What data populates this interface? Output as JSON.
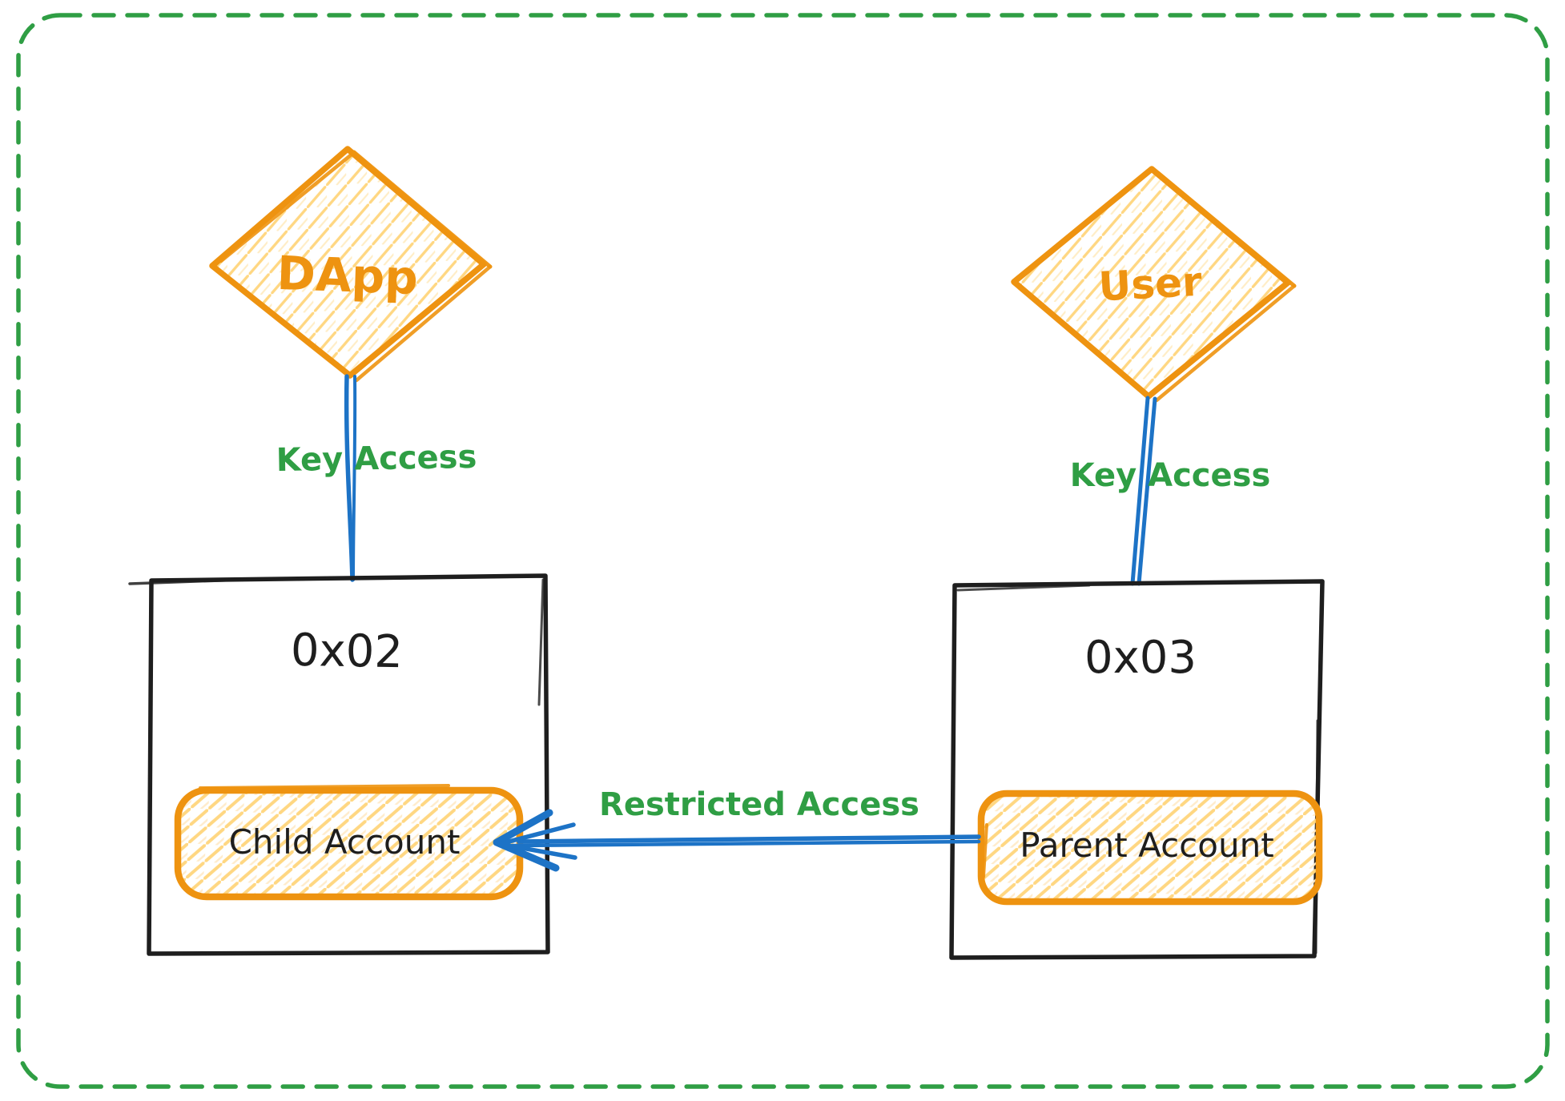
{
  "canvas": {
    "background": "#ffffff",
    "border_style": "dashed-rounded",
    "border_color": "#2f9e44"
  },
  "colors": {
    "orange_stroke": "#ee9310",
    "orange_hatch": "#ffd782",
    "green": "#2f9e44",
    "blue": "#1d73c6",
    "ink": "#1e1e1e"
  },
  "nodes": {
    "dapp": {
      "label": "DApp",
      "shape": "diamond",
      "fill": "hatched-yellow",
      "stroke": "#ee9310"
    },
    "user": {
      "label": "User",
      "shape": "diamond",
      "fill": "hatched-yellow",
      "stroke": "#ee9310"
    },
    "account_0x02": {
      "label": "0x02",
      "shape": "rectangle",
      "stroke": "#1e1e1e"
    },
    "account_0x03": {
      "label": "0x03",
      "shape": "rectangle",
      "stroke": "#1e1e1e"
    },
    "child_account": {
      "label": "Child Account",
      "shape": "rounded-rectangle",
      "fill": "hatched-yellow",
      "stroke": "#ee9310"
    },
    "parent_account": {
      "label": "Parent Account",
      "shape": "rounded-rectangle",
      "fill": "hatched-yellow",
      "stroke": "#ee9310"
    }
  },
  "edges": {
    "dapp_key_access": {
      "label": "Key Access",
      "from": "DApp",
      "to": "0x02",
      "line_color": "#1d73c6",
      "label_color": "#2f9e44",
      "style": "double-line"
    },
    "user_key_access": {
      "label": "Key Access",
      "from": "User",
      "to": "0x03",
      "line_color": "#1d73c6",
      "label_color": "#2f9e44",
      "style": "double-line"
    },
    "restricted_access": {
      "label": "Restricted Access",
      "from": "Parent Account",
      "to": "Child Account",
      "line_color": "#1d73c6",
      "label_color": "#2f9e44",
      "style": "double-line-arrow-left"
    }
  }
}
